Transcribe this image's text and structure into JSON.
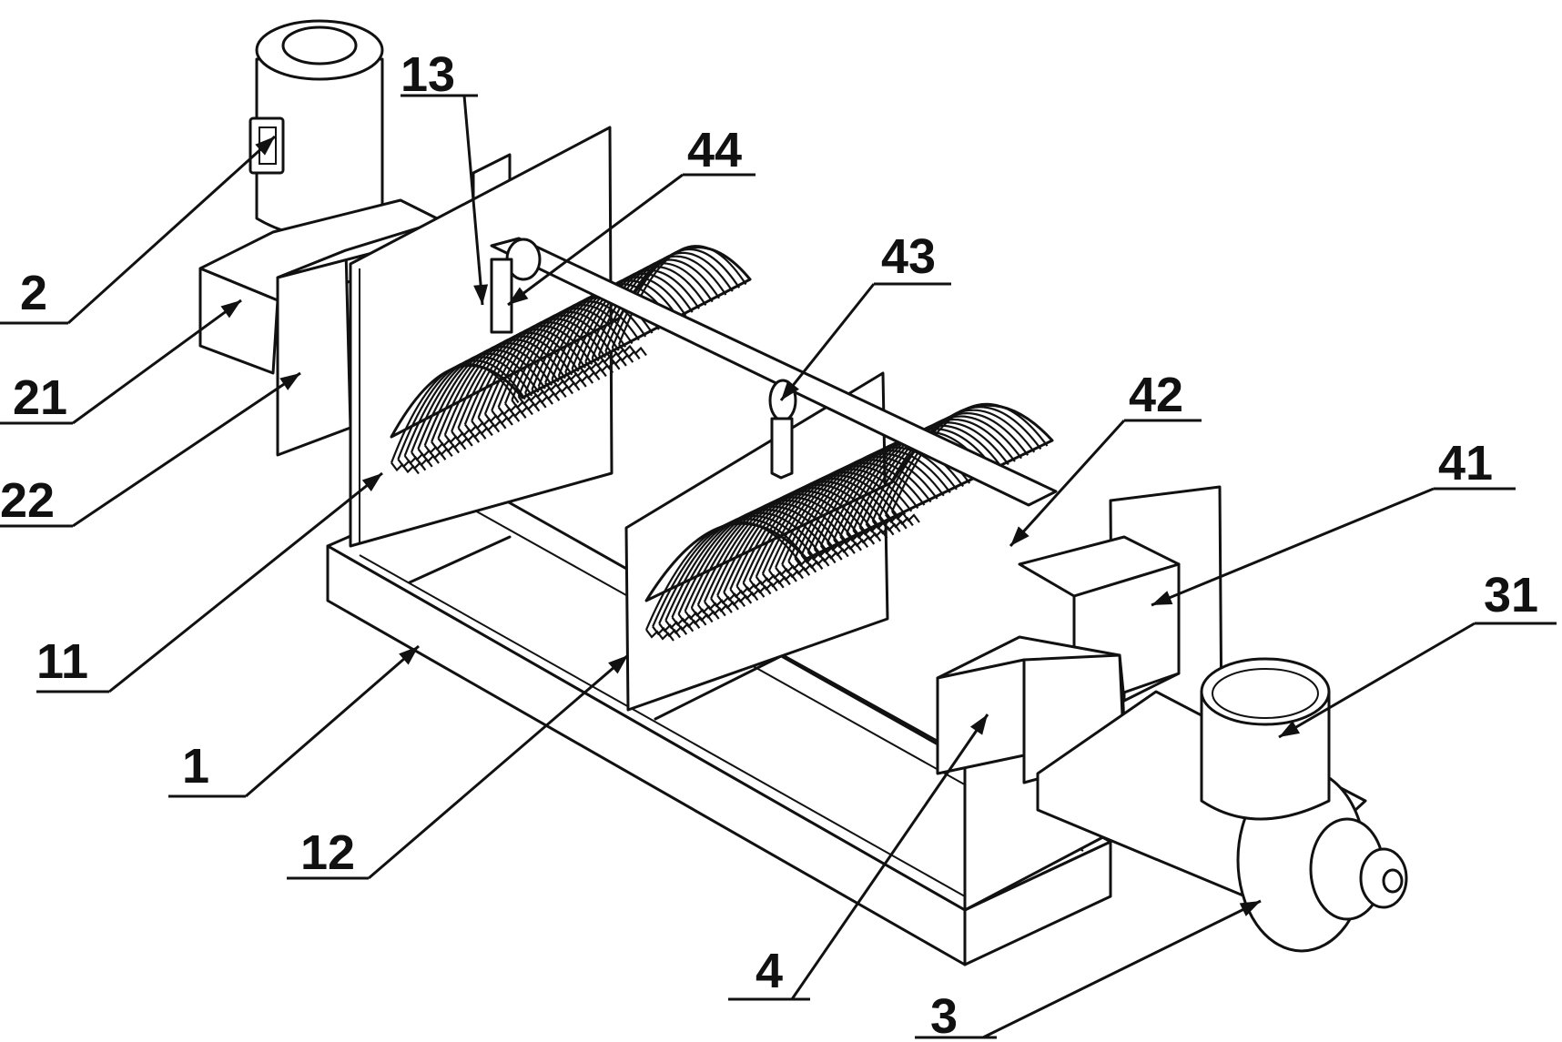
{
  "labels": {
    "l2": "2",
    "l21": "21",
    "l22": "22",
    "l11": "11",
    "l1": "1",
    "l12": "12",
    "l13": "13",
    "l44": "44",
    "l43": "43",
    "l42": "42",
    "l41": "41",
    "l31": "31",
    "l4": "4",
    "l3": "3"
  }
}
